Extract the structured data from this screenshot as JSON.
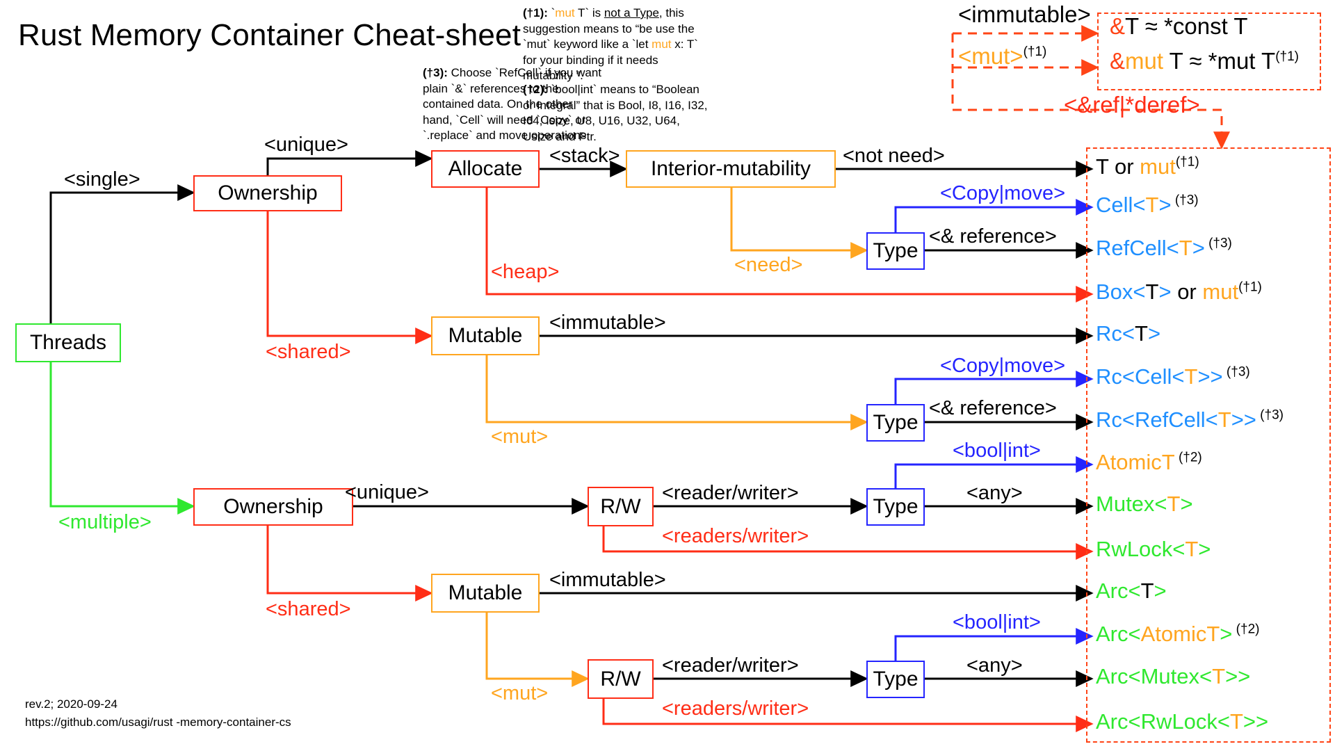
{
  "page": {
    "title": "Rust Memory Container Cheat-sheet",
    "revision": "rev.2; 2020-09-24",
    "url": "https://github.com/usagi/rust -memory-container-cs"
  },
  "colors": {
    "black": "#000000",
    "red": "#ff2d16",
    "orange": "#ffa51f",
    "green": "#2fe82f",
    "blue": "#2424ff",
    "type_blue": "#1f8fff",
    "dash_red": "#ff4416"
  },
  "notes": {
    "n3": {
      "label": "(†3):",
      "text": " Choose `RefCell` if you want plain `&` references to the contained data. On the other hand, `Cell` will need `Copy` or `.replace` and move operations."
    },
    "n1": {
      "label": "(†1):",
      "p1": " `",
      "mut1": "mut",
      "p2": " T` is ",
      "u1": "not a Type",
      "p3": ", this suggestion means to “be use the `mut` keyword like a `let ",
      "mut2": "mut",
      "p4": " x: T` for your binding if it needs mutability ”."
    },
    "n2": {
      "label": "(†2):",
      "text": " `bool|int` means to “Boolean or Integral” that is Bool, I8, I16, I32, I64, Isize, U8, U16, U32, U64,  Usize and Ptr."
    }
  },
  "ref_panel": {
    "immutable_label": "<immutable>",
    "mut_label": "<mut>",
    "mut_sup": "(†1)",
    "row1": {
      "amp": "&",
      "rest": "T ≈ *const T"
    },
    "row2": {
      "amp": "&",
      "mut": "mut",
      "rest": " T ≈ *mut T",
      "sup": "(†1)"
    },
    "deref_label": "<&ref|*deref>"
  },
  "nodes": {
    "threads": "Threads",
    "ownership1": "Ownership",
    "allocate": "Allocate",
    "interior_mutability": "Interior-mutability",
    "type1": "Type",
    "mutable1": "Mutable",
    "type2": "Type",
    "ownership2": "Ownership",
    "rw1": "R/W",
    "type3": "Type",
    "mutable2": "Mutable",
    "rw2": "R/W",
    "type4": "Type"
  },
  "edges": {
    "single": "<single>",
    "multiple": "<multiple>",
    "unique1": "<unique>",
    "shared1": "<shared>",
    "stack": "<stack>",
    "heap": "<heap>",
    "not_need": "<not need>",
    "need": "<need>",
    "copy_move1": "<Copy|move>",
    "and_reference1": "<& reference>",
    "immutable1": "<immutable>",
    "mut1": "<mut>",
    "copy_move2": "<Copy|move>",
    "and_reference2": "<& reference>",
    "unique2": "<unique>",
    "shared2": "<shared>",
    "reader_writer1": "<reader/writer>",
    "readers_writer1": "<readers/writer>",
    "bool_int1": "<bool|int>",
    "any1": "<any>",
    "immutable2": "<immutable>",
    "mut2": "<mut>",
    "reader_writer2": "<reader/writer>",
    "readers_writer2": "<readers/writer>",
    "bool_int2": "<bool|int>",
    "any2": "<any>"
  },
  "outputs": [
    {
      "id": "t-or-mut",
      "parts": [
        {
          "t": "T or ",
          "c": "black"
        },
        {
          "t": "mut",
          "c": "orange"
        },
        {
          "t": "(†1)",
          "c": "black",
          "sup": true
        }
      ]
    },
    {
      "id": "cell-t",
      "parts": [
        {
          "t": "Cell<",
          "c": "blue"
        },
        {
          "t": "T",
          "c": "orange"
        },
        {
          "t": ">",
          "c": "blue"
        },
        {
          "t": " (†3)",
          "c": "black",
          "sup": true
        }
      ]
    },
    {
      "id": "refcell-t",
      "parts": [
        {
          "t": "RefCell<",
          "c": "blue"
        },
        {
          "t": "T",
          "c": "orange"
        },
        {
          "t": ">",
          "c": "blue"
        },
        {
          "t": " (†3)",
          "c": "black",
          "sup": true
        }
      ]
    },
    {
      "id": "box-t",
      "parts": [
        {
          "t": "Box<",
          "c": "blue"
        },
        {
          "t": "T",
          "c": "black"
        },
        {
          "t": ">",
          "c": "blue"
        },
        {
          "t": " or ",
          "c": "black"
        },
        {
          "t": "mut",
          "c": "orange"
        },
        {
          "t": "(†1)",
          "c": "black",
          "sup": true
        }
      ]
    },
    {
      "id": "rc-t",
      "parts": [
        {
          "t": "Rc<",
          "c": "blue"
        },
        {
          "t": "T",
          "c": "black"
        },
        {
          "t": ">",
          "c": "blue"
        }
      ]
    },
    {
      "id": "rc-cell-t",
      "parts": [
        {
          "t": "Rc<Cell<",
          "c": "blue"
        },
        {
          "t": "T",
          "c": "orange"
        },
        {
          "t": ">>",
          "c": "blue"
        },
        {
          "t": " (†3)",
          "c": "black",
          "sup": true
        }
      ]
    },
    {
      "id": "rc-refcell-t",
      "parts": [
        {
          "t": "Rc<RefCell<",
          "c": "blue"
        },
        {
          "t": "T",
          "c": "orange"
        },
        {
          "t": ">>",
          "c": "blue"
        },
        {
          "t": " (†3)",
          "c": "black",
          "sup": true
        }
      ]
    },
    {
      "id": "atomic-t",
      "parts": [
        {
          "t": "AtomicT",
          "c": "orange"
        },
        {
          "t": " (†2)",
          "c": "black",
          "sup": true
        }
      ]
    },
    {
      "id": "mutex-t",
      "parts": [
        {
          "t": "Mutex<",
          "c": "green"
        },
        {
          "t": "T",
          "c": "orange"
        },
        {
          "t": ">",
          "c": "green"
        }
      ]
    },
    {
      "id": "rwlock-t",
      "parts": [
        {
          "t": "RwLock<",
          "c": "green"
        },
        {
          "t": "T",
          "c": "orange"
        },
        {
          "t": ">",
          "c": "green"
        }
      ]
    },
    {
      "id": "arc-t",
      "parts": [
        {
          "t": "Arc<",
          "c": "green"
        },
        {
          "t": "T",
          "c": "black"
        },
        {
          "t": ">",
          "c": "green"
        }
      ]
    },
    {
      "id": "arc-atomic-t",
      "parts": [
        {
          "t": "Arc<",
          "c": "green"
        },
        {
          "t": "AtomicT",
          "c": "orange"
        },
        {
          "t": ">",
          "c": "green"
        },
        {
          "t": " (†2)",
          "c": "black",
          "sup": true
        }
      ]
    },
    {
      "id": "arc-mutex-t",
      "parts": [
        {
          "t": "Arc<Mutex<",
          "c": "green"
        },
        {
          "t": "T",
          "c": "orange"
        },
        {
          "t": ">>",
          "c": "green"
        }
      ]
    },
    {
      "id": "arc-rwlock-t",
      "parts": [
        {
          "t": "Arc<RwLock<",
          "c": "green"
        },
        {
          "t": "T",
          "c": "orange"
        },
        {
          "t": ">>",
          "c": "green"
        }
      ]
    }
  ]
}
